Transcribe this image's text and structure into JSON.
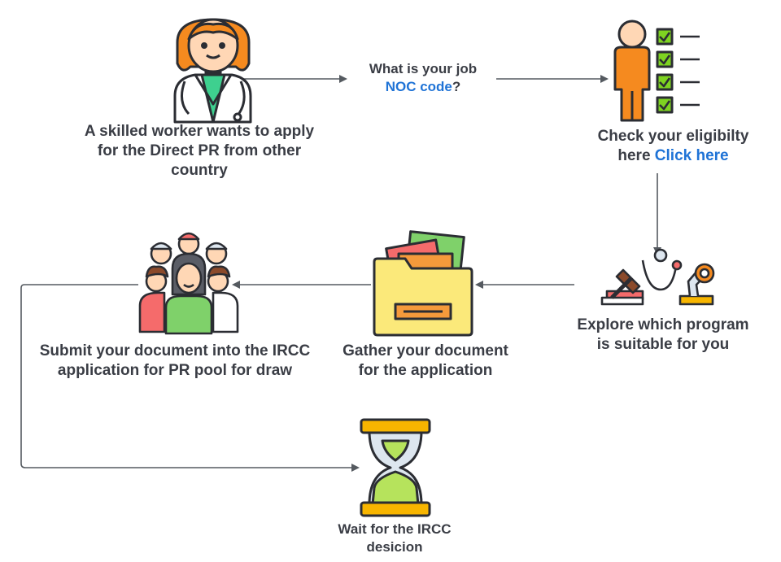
{
  "colors": {
    "text": "#3a3d45",
    "link": "#1f73d6",
    "connector": "#555a60",
    "outline": "#2b2d33",
    "skin": "#ffd7b5",
    "hair_orange": "#f58a1f",
    "check_green": "#7ed321",
    "folder_yellow": "#fbe97a",
    "folder_orange": "#f59a3b",
    "paper_green": "#7fd16a",
    "paper_red": "#f56b6b",
    "hourglass_gold": "#f7b500",
    "sand_green": "#b6e35c",
    "glass_blue": "#dde6ef"
  },
  "nodes": {
    "worker": {
      "icon": "doctor-icon",
      "lines": [
        "A skilled worker wants to apply",
        "for the Direct PR from other",
        "country"
      ]
    },
    "noc": {
      "line1": "What is your job",
      "link": "NOC code",
      "suffix": "?"
    },
    "eligibility": {
      "icon": "checklist-person-icon",
      "line1": "Check your eligibilty",
      "prefix": "here ",
      "link": "Click here"
    },
    "explore": {
      "icon": "professions-icon",
      "lines": [
        "Explore which program",
        "is suitable for you"
      ]
    },
    "gather": {
      "icon": "folder-icon",
      "lines": [
        "Gather your document",
        "for the application"
      ]
    },
    "submit": {
      "icon": "crowd-icon",
      "lines": [
        "Submit your document into the IRCC",
        "application for PR pool for draw"
      ]
    },
    "wait": {
      "icon": "hourglass-icon",
      "lines": [
        "Wait for the IRCC",
        "desicion"
      ]
    }
  }
}
